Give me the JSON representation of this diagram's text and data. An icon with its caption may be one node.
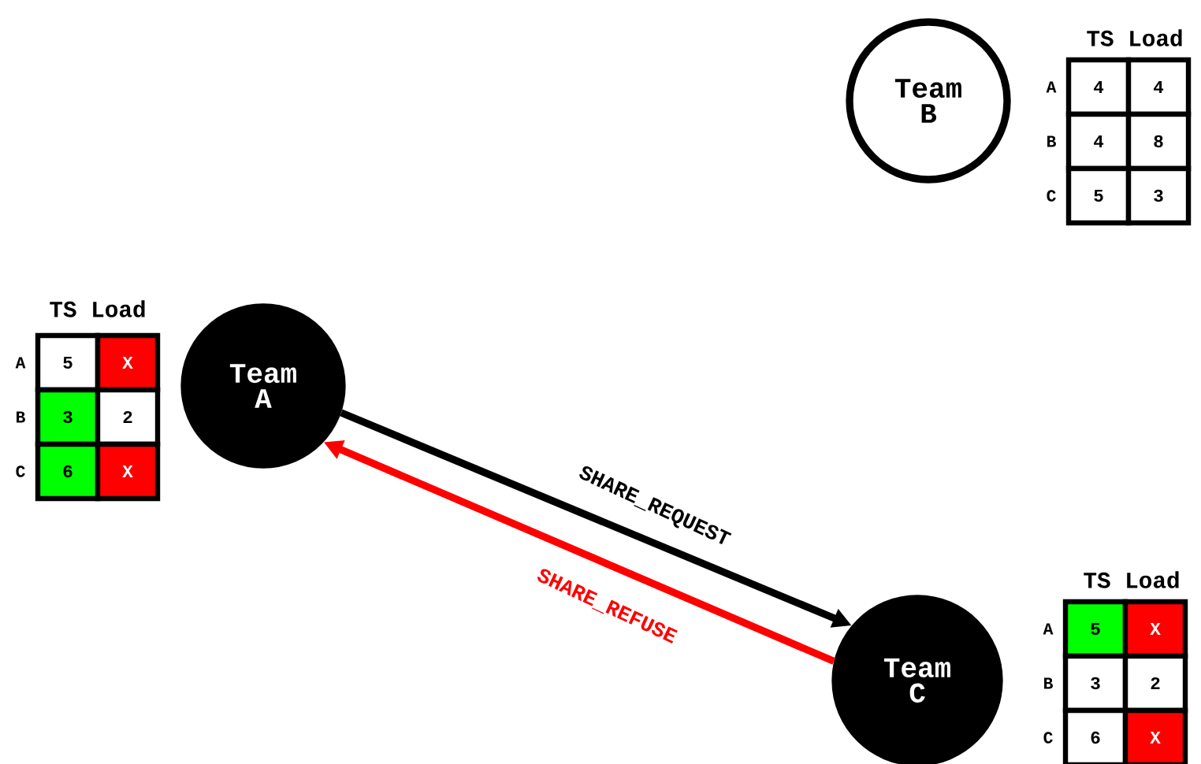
{
  "diagram": {
    "nodes": [
      {
        "text": [
          "Team A"
        ]
      },
      {
        "text": [
          "Team B"
        ]
      },
      {
        "text": [
          "Team C"
        ]
      }
    ],
    "edges": [
      {
        "from": 0,
        "to": 2,
        "arrow": "to",
        "label": "SHARE_REQUEST"
      },
      {
        "from": 2,
        "to": 0,
        "arrow": "to",
        "label": "SHARE_REFUSE",
        "color": "#ff0000"
      }
    ],
    "labels": [
      "TS Load",
      "A",
      "4",
      "4",
      "B",
      "4",
      "8",
      "C",
      "5",
      "3",
      "TS Load",
      "A",
      "5",
      "X",
      "B",
      "3",
      "2",
      "C",
      "6",
      "X",
      "TS Load",
      "A",
      "5",
      "X",
      "B",
      "3",
      "2",
      "C",
      "6",
      "X"
    ]
  }
}
